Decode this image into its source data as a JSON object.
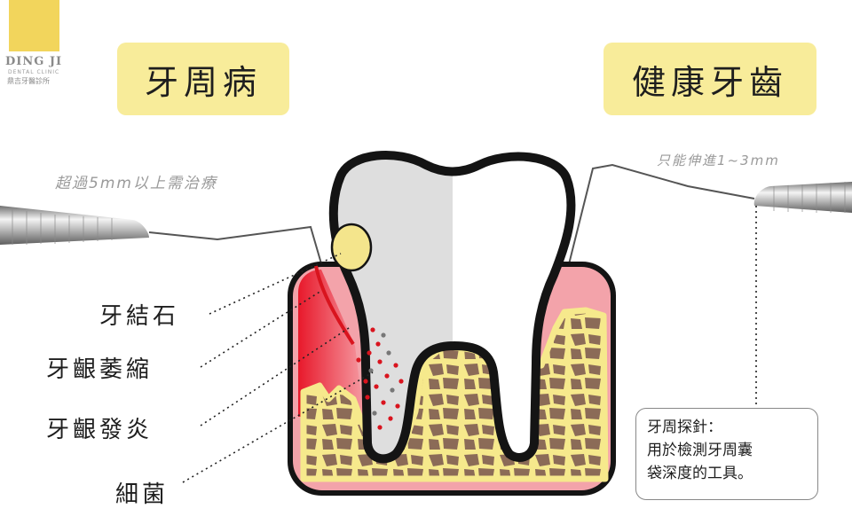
{
  "logo": {
    "name": "DING JI",
    "subtitle": "DENTAL CLINIC",
    "chinese": "鼎吉牙醫診所"
  },
  "titles": {
    "left": "牙周病",
    "right": "健康牙齒"
  },
  "notes": {
    "left": "超過5mm以上需治療",
    "right": "只能伸進1~3mm"
  },
  "labels": [
    {
      "text": "牙結石"
    },
    {
      "text": "牙齦萎縮"
    },
    {
      "text": "牙齦發炎"
    },
    {
      "text": "細菌"
    }
  ],
  "info": {
    "lines": [
      "牙周探針：",
      "用於檢測牙周囊",
      "袋深度的工具。"
    ]
  },
  "colors": {
    "title_bg": "#f8ec9a",
    "logo_bg": "#f2d55c",
    "gum_pink": "#f3a3aa",
    "gum_inflamed": "#e8192b",
    "bone_brown": "#8b6b57",
    "bone_outline": "#f6e98c",
    "tooth_shade": "#dedede",
    "tooth_white": "#ffffff",
    "calculus": "#f4e58c",
    "bacteria_red": "#d9141e",
    "bacteria_gray": "#777777"
  }
}
